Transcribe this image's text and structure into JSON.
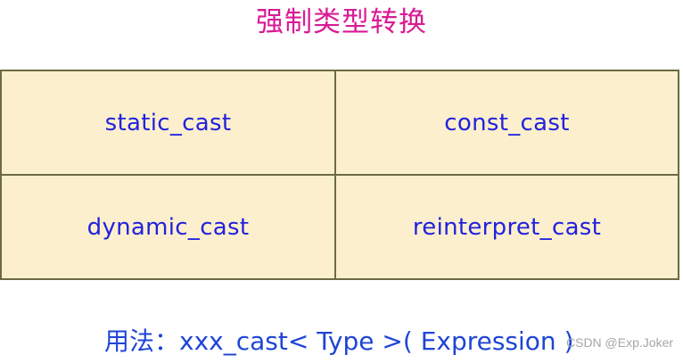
{
  "title": {
    "text": "强制类型转换",
    "color": "#d91b95"
  },
  "table": {
    "background": "#fcefcd",
    "border_color": "#6b6a43",
    "text_color": "#2222dd",
    "rows": [
      {
        "left": "static_cast",
        "right": "const_cast"
      },
      {
        "left": "dynamic_cast",
        "right": "reinterpret_cast"
      }
    ]
  },
  "usage": {
    "text": "用法：xxx_cast< Type >( Expression )",
    "color": "#1f45d6"
  },
  "watermark": {
    "text": "CSDN @Exp.Joker",
    "color": "#a6a6a6"
  }
}
